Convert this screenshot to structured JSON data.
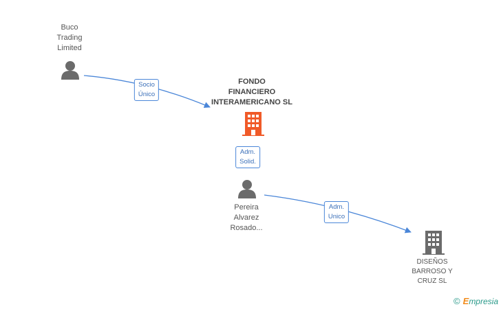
{
  "nodes": {
    "buco": {
      "lines": [
        "Buco",
        "Trading",
        "Limited"
      ],
      "type": "person"
    },
    "fondo": {
      "lines": [
        "FONDO",
        "FINANCIERO",
        "INTERAMERICANO SL"
      ],
      "type": "company-main"
    },
    "pereira": {
      "lines": [
        "Pereira",
        "Alvarez",
        "Rosado..."
      ],
      "type": "person"
    },
    "disenos": {
      "lines": [
        "DISEÑOS",
        "BARROSO Y",
        "CRUZ SL"
      ],
      "type": "company"
    }
  },
  "edges": {
    "socio": {
      "lines": [
        "Socio",
        "Único"
      ]
    },
    "solid": {
      "lines": [
        "Adm.",
        "Solid."
      ]
    },
    "unico": {
      "lines": [
        "Adm.",
        "Unico"
      ]
    }
  },
  "colors": {
    "edge": "#4a86d8",
    "person": "#6b6b6b",
    "company_main": "#f05a28",
    "company": "#6b6b6b"
  },
  "footer": {
    "copyright": "©",
    "brand_first": "E",
    "brand_rest": "mpresia"
  }
}
